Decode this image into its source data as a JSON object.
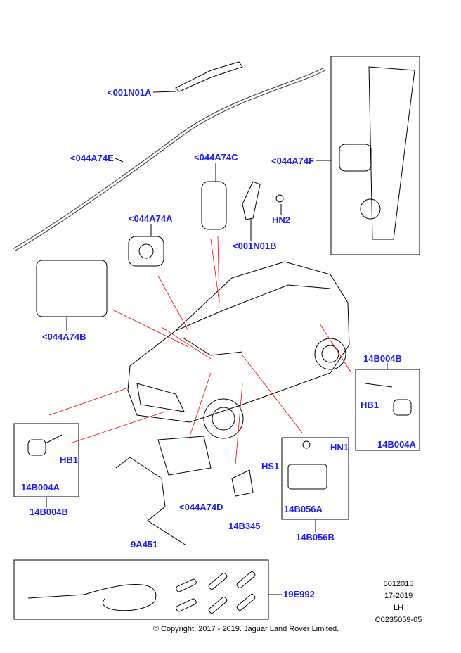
{
  "labels": {
    "l001N01A": "<001N01A",
    "l044A74E": "<044A74E",
    "l044A74C": "<044A74C",
    "l044A74F": "<044A74F",
    "lHN2": "HN2",
    "l044A74A": "<044A74A",
    "l001N01B": "<001N01B",
    "l044A74B": "<044A74B",
    "r14B004B": "14B004B",
    "rHB1": "HB1",
    "r14B004A": "14B004A",
    "lHN1": "HN1",
    "lHS1": "HS1",
    "leftHB1": "HB1",
    "left14B004A": "14B004A",
    "left14B004B": "14B004B",
    "l044A74D": "<044A74D",
    "l14B345": "14B345",
    "l14B056A": "14B056A",
    "l14B056B": "14B056B",
    "l9A451": "9A451",
    "l19E992": "19E992"
  },
  "info": {
    "line1": "5012015",
    "line2": "17-2019",
    "line3": "LH",
    "line4": "C0235059-05"
  },
  "copyright": "© Copyright, 2017 - 2019. Jaguar Land Rover Limited.",
  "colors": {
    "label": "#1a1aff",
    "leader_red": "#ff0000"
  }
}
